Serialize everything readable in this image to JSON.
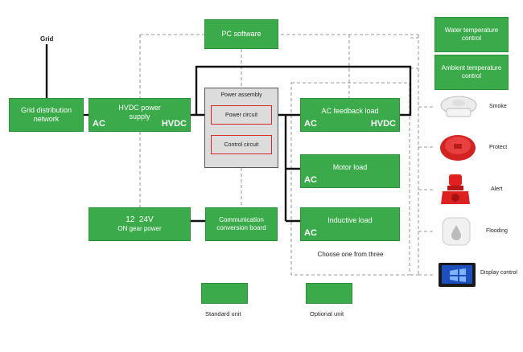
{
  "grid": "Grid",
  "grid_distribution": "Grid distribution network",
  "hvdc_supply": {
    "title": "HVDC power supply",
    "left": "AC",
    "right": "HVDC"
  },
  "pc_software": "PC software",
  "power_assembly": {
    "title": "Power assembly",
    "power_circuit": "Power circuit",
    "control_circuit": "Control circuit"
  },
  "ac_feedback": {
    "title": "AC feedback load",
    "left": "AC",
    "right": "HVDC"
  },
  "motor_load": {
    "title": "Motor load",
    "left": "AC"
  },
  "inductive_load": {
    "title": "Inductive load",
    "left": "AC"
  },
  "choose_one": "Choose one from three",
  "gear_power": {
    "line1": "12  24V",
    "line2": "ON gear power"
  },
  "comm_board": "Communication conversion board",
  "water_temp": "Water temperature control",
  "ambient_temp": "Ambient temperature control",
  "side_items": {
    "smoke": "Smoke",
    "protect": "Protect",
    "alert": "Alert",
    "flooding": "Flooding",
    "display": "Display control"
  },
  "legend": {
    "standard": "Standard unit",
    "optional": "Optional unit"
  },
  "colors": {
    "green": "#3aaa4a",
    "grey": "#dcdcdc",
    "red": "#d92a2a"
  }
}
